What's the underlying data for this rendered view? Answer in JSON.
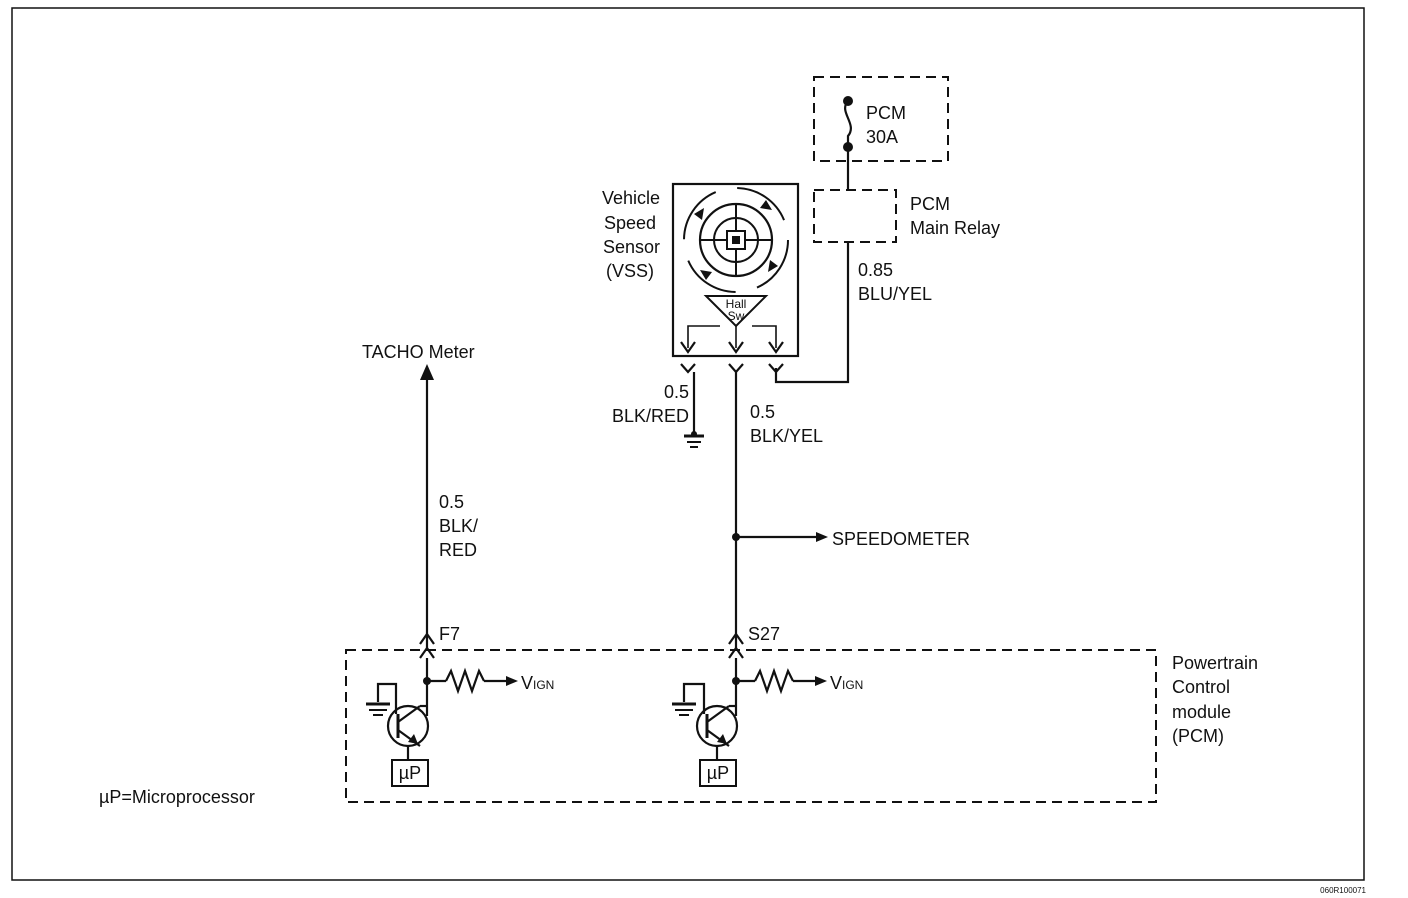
{
  "fuse": {
    "line1": "PCM",
    "line2": "30A"
  },
  "relay": {
    "line1": "PCM",
    "line2": "Main Relay"
  },
  "vss": {
    "line1": "Vehicle",
    "line2": "Speed",
    "line3": "Sensor",
    "line4": "(VSS)",
    "hall_line1": "Hall",
    "hall_line2": "Sw"
  },
  "wires": {
    "power_gauge": "0.85",
    "power_color": "BLU/YEL",
    "ground_gauge": "0.5",
    "ground_color": "BLK/RED",
    "signal_gauge": "0.5",
    "signal_color": "BLK/YEL",
    "tacho_gauge": "0.5",
    "tacho_color1": "BLK/",
    "tacho_color2": "RED"
  },
  "outputs": {
    "tacho": "TACHO Meter",
    "speedometer": "SPEEDOMETER"
  },
  "pins": {
    "left": "F7",
    "right": "S27"
  },
  "vign": {
    "main": "V",
    "sub": "IGN"
  },
  "pcm": {
    "line1": "Powertrain",
    "line2": "Control",
    "line3": "module",
    "line4": "(PCM)"
  },
  "microprocessor": {
    "label": "µP"
  },
  "legend": "µP=Microprocessor",
  "figure_code": "060R100071"
}
